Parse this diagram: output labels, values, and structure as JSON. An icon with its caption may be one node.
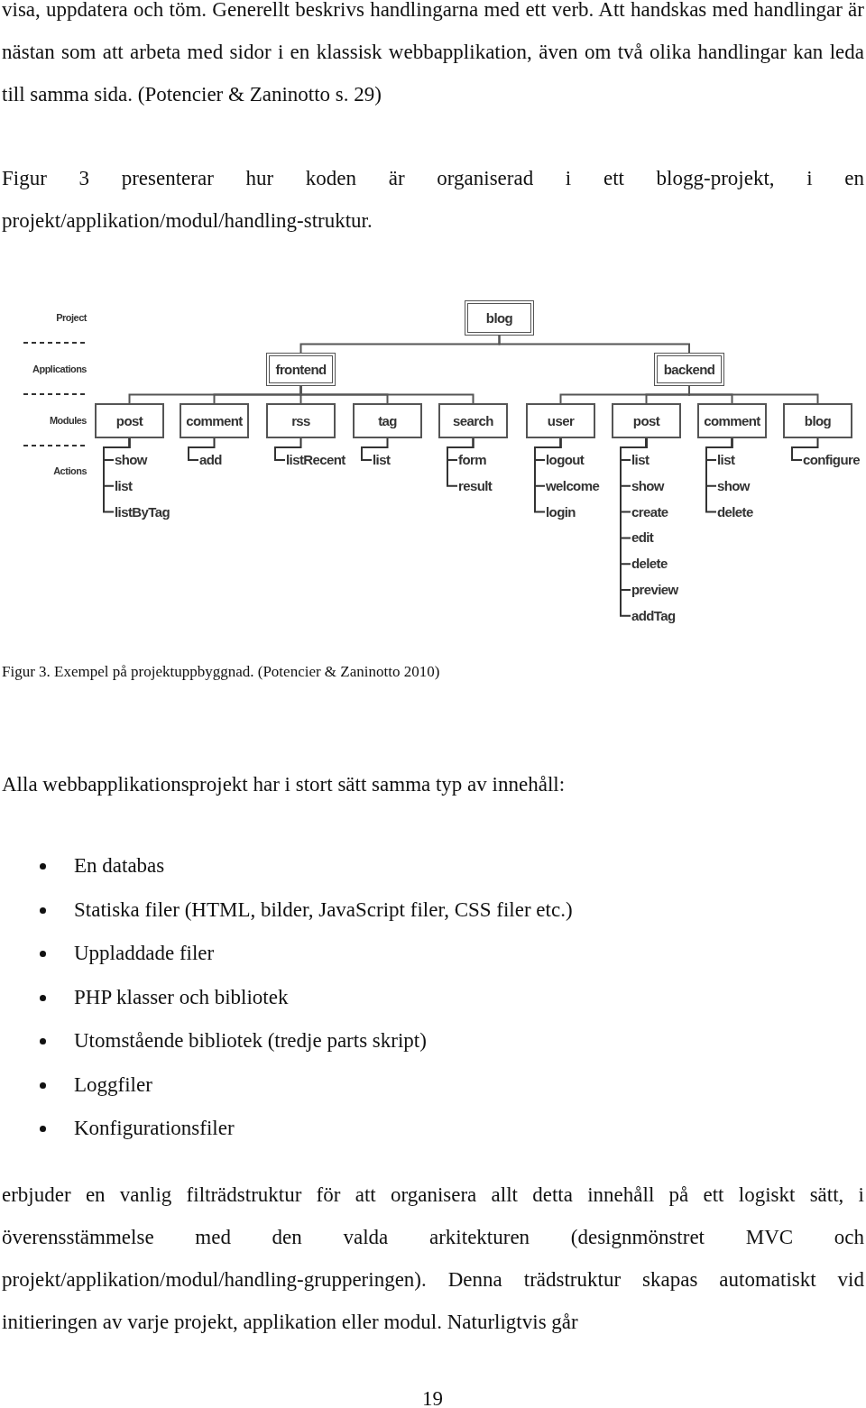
{
  "diagram": {
    "caption": "Figur 3. Exempel på projektuppbyggnad. (Potencier & Zaninotto 2010)",
    "nodes": [
      {
        "text": [
          "blog"
        ]
      },
      {
        "text": [
          "frontend"
        ]
      },
      {
        "text": [
          "backend"
        ]
      },
      {
        "text": [
          "post"
        ]
      },
      {
        "text": [
          "comment"
        ]
      },
      {
        "text": [
          "rss"
        ]
      },
      {
        "text": [
          "tag"
        ]
      },
      {
        "text": [
          "search"
        ]
      },
      {
        "text": [
          "user"
        ]
      },
      {
        "text": [
          "post"
        ]
      },
      {
        "text": [
          "comment"
        ]
      },
      {
        "text": [
          "blog"
        ]
      },
      {
        "text": [
          "show"
        ]
      },
      {
        "text": [
          "list"
        ]
      },
      {
        "text": [
          "listByTag"
        ]
      },
      {
        "text": [
          "add"
        ]
      },
      {
        "text": [
          "listRecent"
        ]
      },
      {
        "text": [
          "list"
        ]
      },
      {
        "text": [
          "form"
        ]
      },
      {
        "text": [
          "result"
        ]
      },
      {
        "text": [
          "logout"
        ]
      },
      {
        "text": [
          "welcome"
        ]
      },
      {
        "text": [
          "login"
        ]
      },
      {
        "text": [
          "list"
        ]
      },
      {
        "text": [
          "show"
        ]
      },
      {
        "text": [
          "create"
        ]
      },
      {
        "text": [
          "edit"
        ]
      },
      {
        "text": [
          "delete"
        ]
      },
      {
        "text": [
          "preview"
        ]
      },
      {
        "text": [
          "addTag"
        ]
      },
      {
        "text": [
          "list"
        ]
      },
      {
        "text": [
          "show"
        ]
      },
      {
        "text": [
          "delete"
        ]
      },
      {
        "text": [
          "configure"
        ]
      }
    ],
    "edges": [
      {
        "from": 0,
        "to": 1,
        "arrow": "none"
      },
      {
        "from": 0,
        "to": 2,
        "arrow": "none"
      },
      {
        "from": 1,
        "to": 3,
        "arrow": "none"
      },
      {
        "from": 1,
        "to": 4,
        "arrow": "none"
      },
      {
        "from": 1,
        "to": 5,
        "arrow": "none"
      },
      {
        "from": 1,
        "to": 6,
        "arrow": "none"
      },
      {
        "from": 1,
        "to": 7,
        "arrow": "none"
      },
      {
        "from": 2,
        "to": 8,
        "arrow": "none"
      },
      {
        "from": 2,
        "to": 9,
        "arrow": "none"
      },
      {
        "from": 2,
        "to": 10,
        "arrow": "none"
      },
      {
        "from": 2,
        "to": 11,
        "arrow": "none"
      },
      {
        "from": 3,
        "to": 12,
        "arrow": "none"
      },
      {
        "from": 3,
        "to": 13,
        "arrow": "none"
      },
      {
        "from": 3,
        "to": 14,
        "arrow": "none"
      },
      {
        "from": 4,
        "to": 15,
        "arrow": "none"
      },
      {
        "from": 5,
        "to": 16,
        "arrow": "none"
      },
      {
        "from": 6,
        "to": 17,
        "arrow": "none"
      },
      {
        "from": 7,
        "to": 18,
        "arrow": "none"
      },
      {
        "from": 7,
        "to": 19,
        "arrow": "none"
      },
      {
        "from": 8,
        "to": 20,
        "arrow": "none"
      },
      {
        "from": 8,
        "to": 21,
        "arrow": "none"
      },
      {
        "from": 8,
        "to": 22,
        "arrow": "none"
      },
      {
        "from": 9,
        "to": 23,
        "arrow": "none"
      },
      {
        "from": 9,
        "to": 24,
        "arrow": "none"
      },
      {
        "from": 9,
        "to": 25,
        "arrow": "none"
      },
      {
        "from": 9,
        "to": 26,
        "arrow": "none"
      },
      {
        "from": 9,
        "to": 27,
        "arrow": "none"
      },
      {
        "from": 9,
        "to": 28,
        "arrow": "none"
      },
      {
        "from": 9,
        "to": 29,
        "arrow": "none"
      },
      {
        "from": 10,
        "to": 30,
        "arrow": "none"
      },
      {
        "from": 10,
        "to": 31,
        "arrow": "none"
      },
      {
        "from": 10,
        "to": 32,
        "arrow": "none"
      },
      {
        "from": 11,
        "to": 33,
        "arrow": "none"
      }
    ],
    "labels": [
      "visa, uppdatera och töm. Generellt beskrivs handlingarna med ett verb. Att handskas med handlingar är nästan som att arbeta med sidor i en klassisk webbapplikation, även om två olika handlingar kan leda till samma sida. (Potencier & Zaninotto s. 29)",
      "Figur 3 presenterar hur koden är organiserad i ett blogg-projekt, i en projekt/applikation/modul/handling-struktur.",
      "Project",
      "Applications",
      "Modules",
      "Actions",
      "Alla webbapplikationsprojekt har i stort sätt samma typ av innehåll:",
      "En databas",
      "Statiska filer (HTML, bilder, JavaScript filer, CSS filer etc.)",
      "Uppladdade filer",
      "PHP klasser och bibliotek",
      "Utomstående bibliotek (tredje parts skript)",
      "Loggfiler",
      "Konfigurationsfiler",
      "erbjuder en vanlig filträdstruktur för att organisera allt detta innehåll på ett logiskt sätt, i överensstämmelse med den valda arkitekturen (designmönstret MVC och projekt/applikation/modul/handling-grupperingen). Denna trädstruktur skapas automatiskt vid initieringen av varje projekt, applikation eller modul. Naturligtvis går",
      "19"
    ]
  }
}
